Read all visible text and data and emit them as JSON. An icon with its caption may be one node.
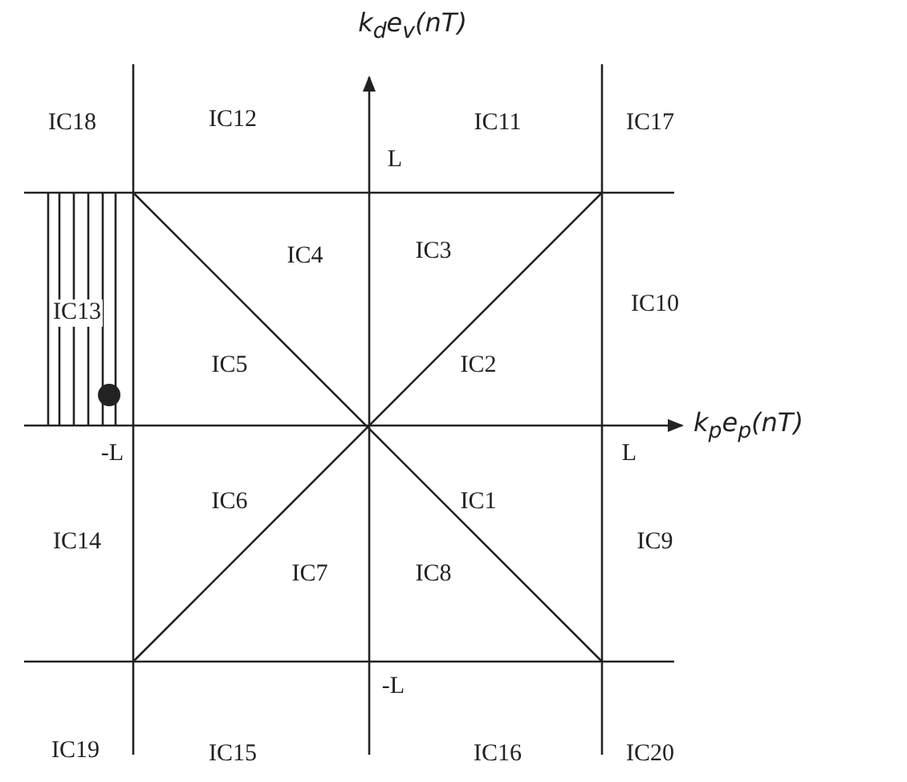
{
  "diagram": {
    "labels": [
      "k$_{d}$e$_{v}$(nT)",
      "IC18",
      "IC12",
      "L",
      "IC11",
      "IC17",
      "IC4",
      "IC3",
      "IC10",
      "IC13",
      "IC5",
      "IC2",
      "k$_{p}$e$_{p}$(nT)",
      "-L",
      "L",
      "IC6",
      "IC1",
      "IC14",
      "IC9",
      "IC7",
      "IC8",
      "-L",
      "IC19",
      "IC15",
      "IC16",
      "IC20"
    ]
  }
}
